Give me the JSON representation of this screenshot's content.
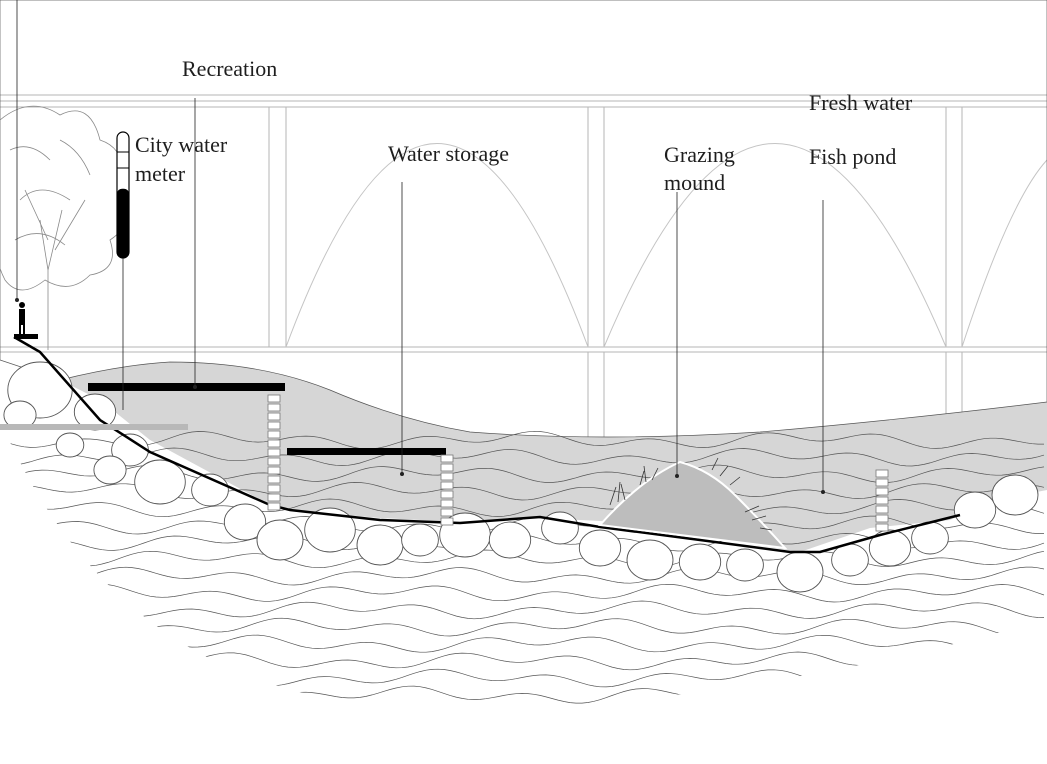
{
  "labels": {
    "recreation": "Recreation",
    "city_water_meter_line1": "City water",
    "city_water_meter_line2": "meter",
    "water_storage": "Water storage",
    "grazing_mound_line1": "Grazing",
    "grazing_mound_line2": "mound",
    "fresh_water": "Fresh water",
    "fish_pond": "Fish pond"
  },
  "colors": {
    "water_fill": "#d6d6d6",
    "ink": "#111111",
    "fine_line": "#9a9a9a",
    "platform": "#000000",
    "background": "#ffffff"
  },
  "meter": {
    "fill_fraction": 0.55
  }
}
